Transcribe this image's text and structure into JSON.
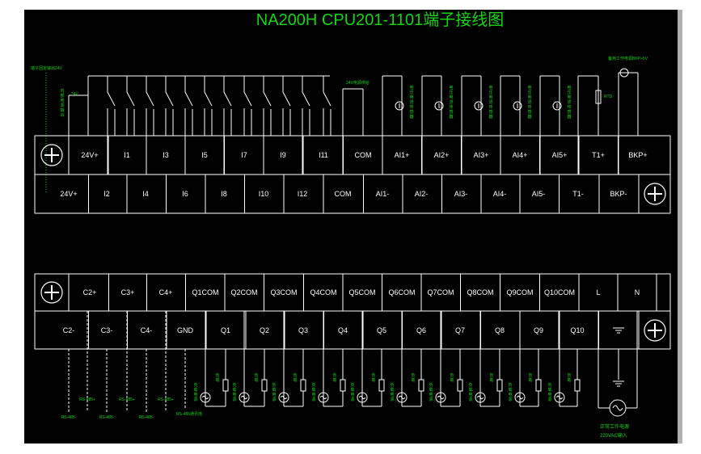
{
  "title": "NA200H CPU201-1101端子接线图",
  "colors": {
    "background": "#000000",
    "frame": "#ffffff",
    "annotation": "#17d417",
    "outer": "#ffffff",
    "side_bar": "#b0b0b0"
  },
  "icons": {
    "screw": "screw-terminal-icon",
    "ground": "ground-icon",
    "ac_source": "ac-source-icon"
  },
  "upper_block": {
    "top_row": [
      "24V+",
      "I1",
      "I3",
      "I5",
      "I7",
      "I9",
      "I11",
      "COM",
      "AI1+",
      "AI2+",
      "AI3+",
      "AI4+",
      "AI5+",
      "T1+",
      "BKP+"
    ],
    "bottom_row": [
      "24V+",
      "I2",
      "I4",
      "I6",
      "I8",
      "I10",
      "I12",
      "COM",
      "AI1-",
      "AI2-",
      "AI3-",
      "AI4-",
      "AI5-",
      "T1-",
      "BKP-"
    ]
  },
  "lower_block": {
    "top_row": [
      "C2+",
      "C3+",
      "C4+",
      "Q1COM",
      "Q2COM",
      "Q3COM",
      "Q4COM",
      "Q5COM",
      "Q6COM",
      "Q7COM",
      "Q8COM",
      "Q9COM",
      "Q10COM",
      "L",
      "N"
    ],
    "bottom_row": [
      "C2-",
      "C3-",
      "C4-",
      "GND",
      "Q1",
      "Q2",
      "Q3",
      "Q4",
      "Q5",
      "Q6",
      "Q7",
      "Q8",
      "Q9",
      "Q10"
    ]
  },
  "annotations": {
    "terminal_supply": "端子固定输出24V",
    "inner_supply": "内部电源输出",
    "v24_small": "24V",
    "v24_supply": "24V电源供给",
    "analog_sensor": "电压电流传感器",
    "backup_power": "备用工作电源BKP+5V",
    "rtd": "RTD",
    "rs485_plus": "RS-485+",
    "rs485_minus": "RS-485-",
    "rs485_common": "RS-485通讯地",
    "load": "负载",
    "load_supply": "负载电源",
    "main_power_1": "正常工作电源",
    "main_power_2": "220VAC输入"
  }
}
